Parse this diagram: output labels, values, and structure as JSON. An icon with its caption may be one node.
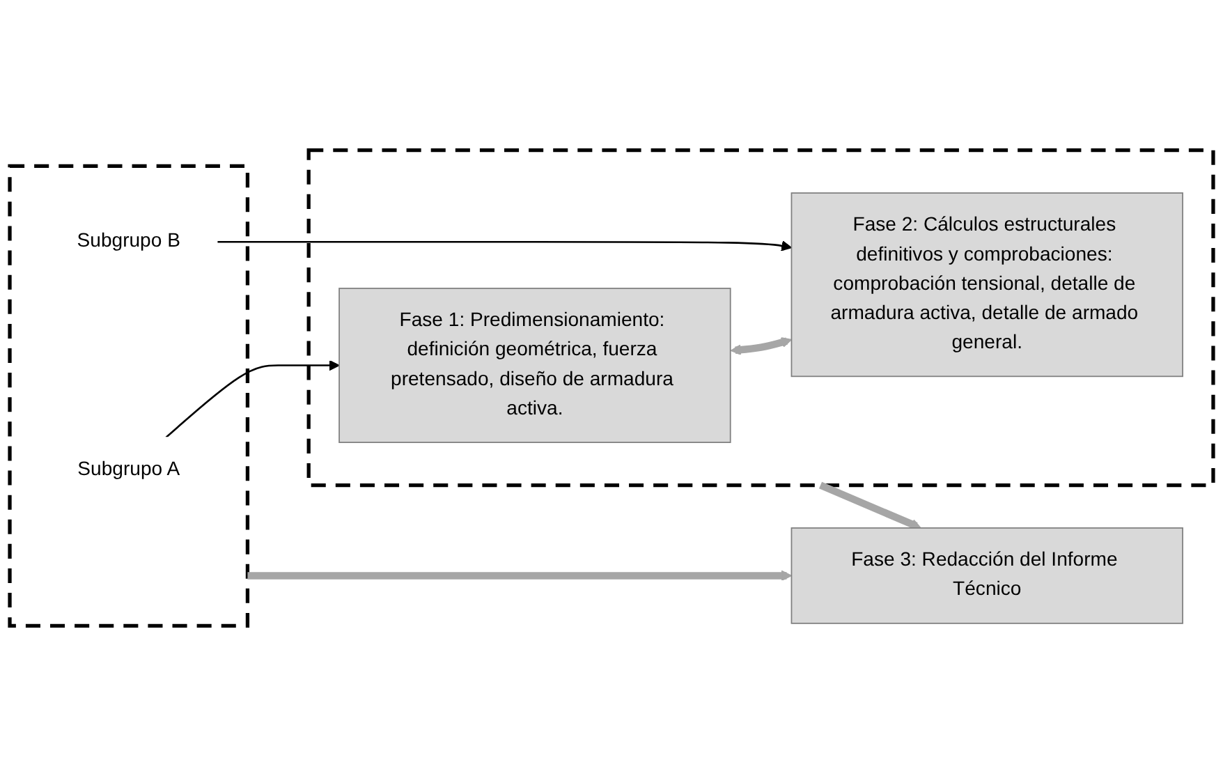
{
  "diagram": {
    "nodes": [
      {
        "text": [],
        "shape": "box"
      },
      {
        "text": [
          "Subgrupo A"
        ],
        "in": 0
      },
      {
        "text": [
          "Subgrupo B"
        ],
        "in": 0
      },
      {
        "text": [],
        "shape": "box"
      },
      {
        "text": [
          "Fase 1: Predimensionamiento: definición geométrica, fuerza pretensado, diseño de armadura activa."
        ],
        "in": 3
      },
      {
        "text": [
          "Fase 2: Cálculos estructurales definitivos y comprobaciones: comprobación tensional, detalle de armadura activa, detalle de armado general."
        ],
        "in": 3
      },
      {
        "text": [
          "Fase 3: Redacción del Informe Técnico"
        ]
      }
    ],
    "edges": [
      {
        "from": 1,
        "to": 4,
        "arrow": "to",
        "color": "#000000"
      },
      {
        "from": 2,
        "to": 5,
        "arrow": "to",
        "color": "#000000"
      },
      {
        "from": 4,
        "to": 5,
        "arrow": "both"
      },
      {
        "from": 3,
        "to": 6,
        "arrow": "to"
      },
      {
        "from": 0,
        "to": 6,
        "arrow": "to"
      }
    ]
  }
}
